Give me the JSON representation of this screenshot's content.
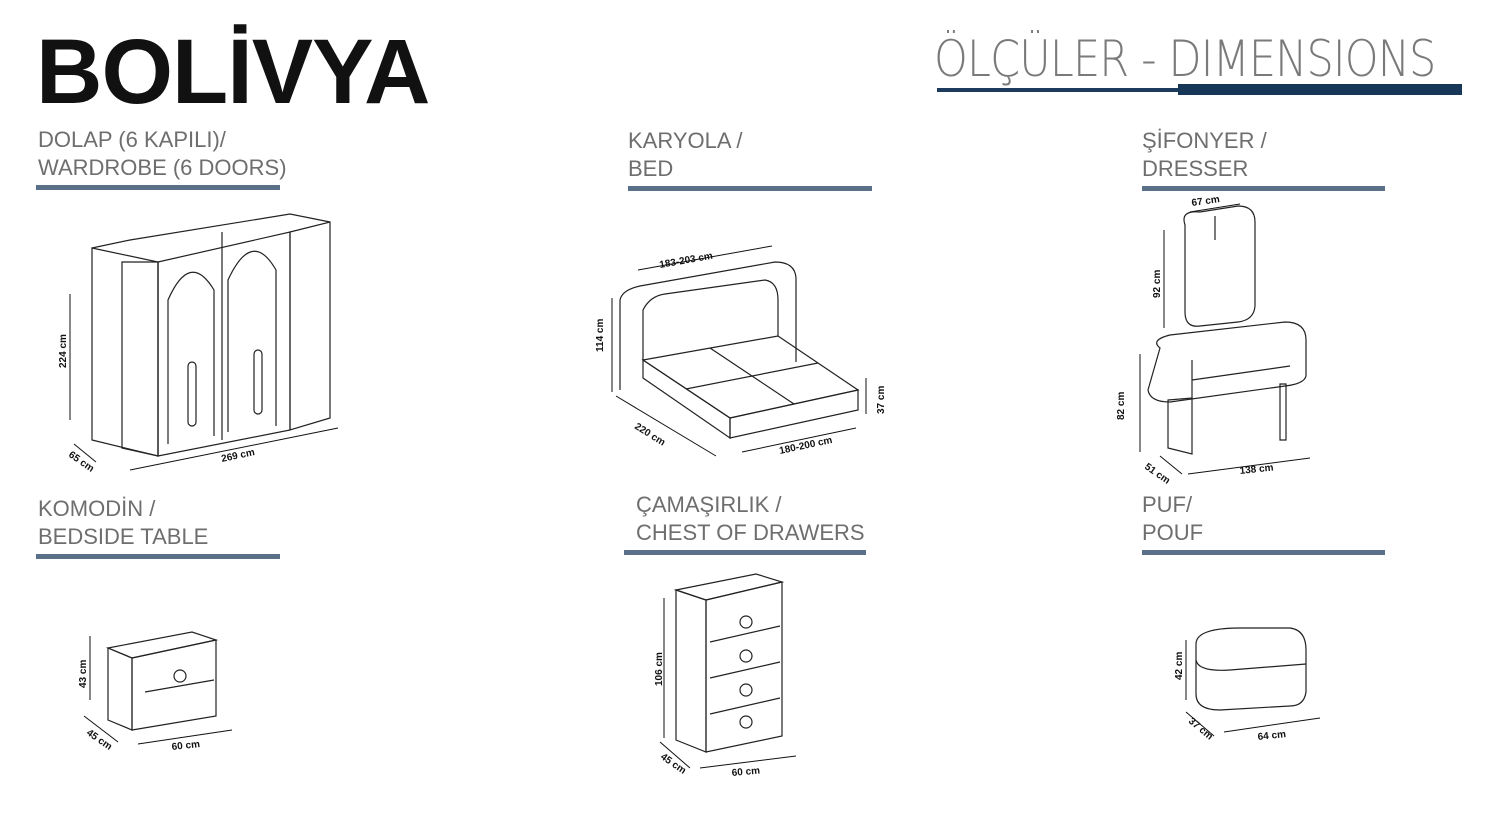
{
  "header": {
    "brand": "BOLİVYA",
    "title": "ÖLÇÜLER - DIMENSIONS",
    "accent_color": "#163757"
  },
  "sections": {
    "wardrobe": {
      "line1": "DOLAP (6 KAPILI)/",
      "line2": "WARDROBE (6 DOORS)",
      "dims": {
        "height": "224 cm",
        "depth": "65 cm",
        "width": "269 cm"
      }
    },
    "bed": {
      "line1": "KARYOLA /",
      "line2": "BED",
      "dims": {
        "headboard_width": "183-203 cm",
        "headboard_height": "114 cm",
        "length": "220 cm",
        "width": "180-200 cm",
        "frame_height": "37 cm"
      }
    },
    "dresser": {
      "line1": "ŞİFONYER /",
      "line2": "DRESSER",
      "dims": {
        "mirror_width": "67 cm",
        "mirror_height": "92 cm",
        "height": "82 cm",
        "depth": "51 cm",
        "width": "138 cm"
      }
    },
    "bedside": {
      "line1": "KOMODİN /",
      "line2": "BEDSIDE TABLE",
      "dims": {
        "height": "43 cm",
        "depth": "45 cm",
        "width": "60 cm"
      }
    },
    "chest": {
      "line1": "ÇAMAŞIRLIK /",
      "line2": "CHEST OF DRAWERS",
      "dims": {
        "height": "106 cm",
        "depth": "45 cm",
        "width": "60 cm"
      }
    },
    "pouf": {
      "line1": "PUF/",
      "line2": "POUF",
      "dims": {
        "height": "42 cm",
        "depth": "37 cm",
        "width": "64 cm"
      }
    }
  },
  "section_bar_color": "#5a6f88"
}
